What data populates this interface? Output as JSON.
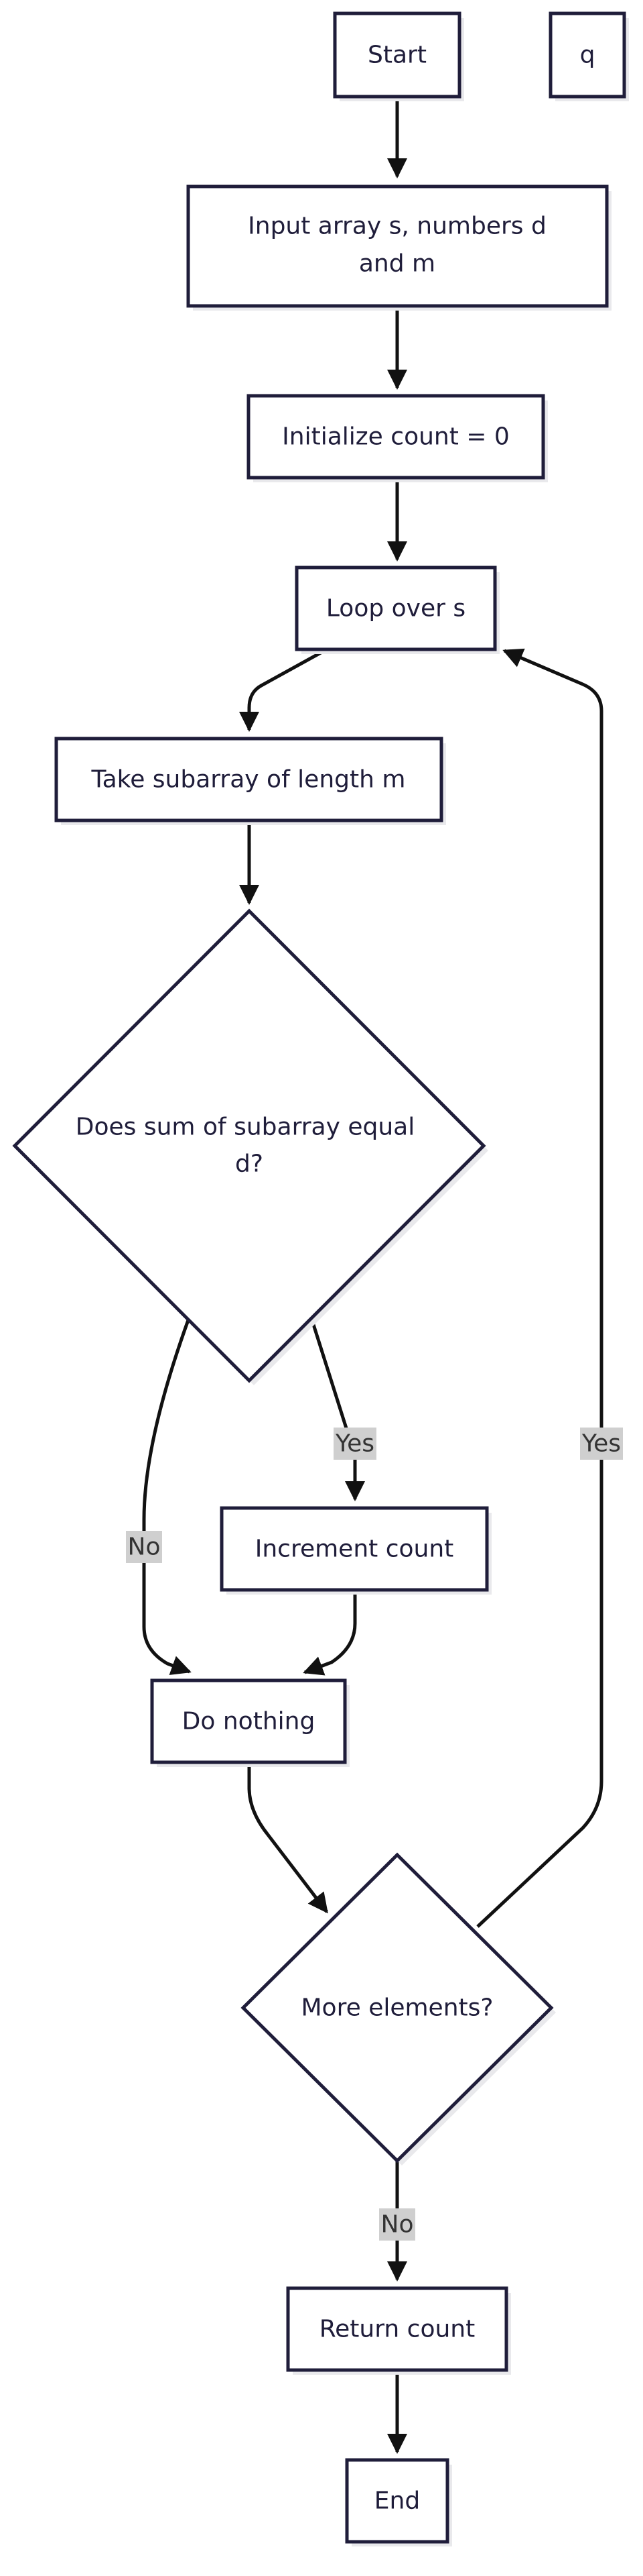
{
  "nodes": {
    "start": "Start",
    "q": "q",
    "input": [
      "Input array s, numbers d",
      "and m"
    ],
    "init": "Initialize count = 0",
    "loop": "Loop over s",
    "take": "Take subarray of length m",
    "does_sum": [
      "Does sum of subarray equal",
      "d?"
    ],
    "increment": "Increment count",
    "do_nothing": "Do nothing",
    "more": "More elements?",
    "return": "Return count",
    "end": "End"
  },
  "edge_labels": {
    "yes_increment": "Yes",
    "no_nothing": "No",
    "yes_loop": "Yes",
    "no_return": "No"
  },
  "colors": {
    "node_stroke": "#1f1d3a",
    "edge_stroke": "#111111",
    "label_background": "#cfcfcf"
  }
}
